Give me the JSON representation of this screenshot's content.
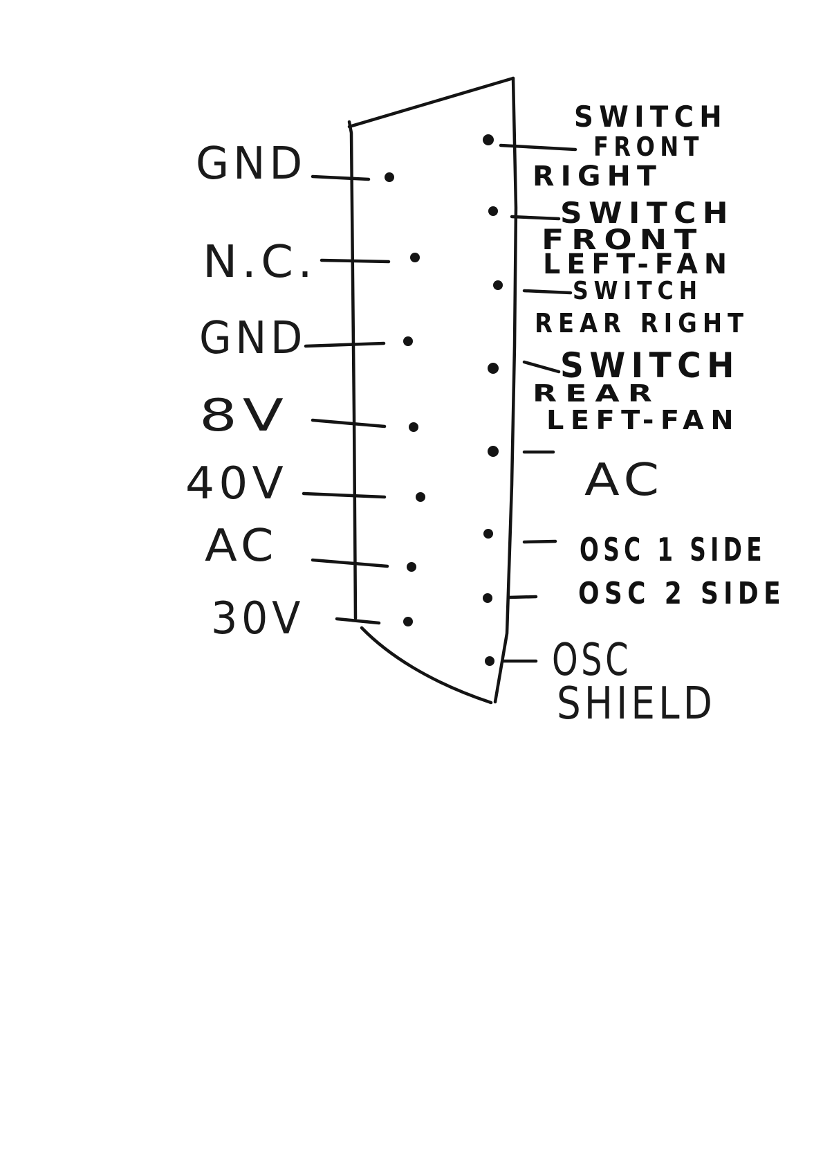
{
  "left_pins": [
    {
      "label": "GND"
    },
    {
      "label": "N.C."
    },
    {
      "label": "GND"
    },
    {
      "label": "8V"
    },
    {
      "label": "40V"
    },
    {
      "label": "AC"
    },
    {
      "label": "30V"
    }
  ],
  "right_pins": [
    {
      "lines": [
        "SWITCH",
        "FRONT",
        "RIGHT"
      ]
    },
    {
      "lines": [
        "SWITCH",
        "FRONT",
        "LEFT-FAN"
      ]
    },
    {
      "lines": [
        "SWITCH",
        "REAR RIGHT"
      ]
    },
    {
      "lines": [
        "SWITCH",
        "REAR",
        "LEFT-FAN"
      ]
    },
    {
      "lines": [
        "AC"
      ]
    },
    {
      "lines": [
        "OSC 1 SIDE"
      ]
    },
    {
      "lines": [
        "OSC 2 SIDE"
      ]
    },
    {
      "lines": [
        "OSC",
        "SHIELD"
      ]
    }
  ],
  "ink_color": "#141414"
}
